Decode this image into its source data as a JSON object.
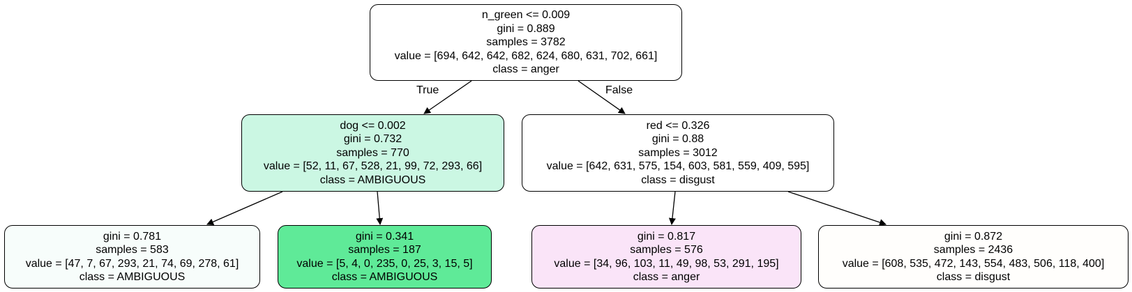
{
  "nodes": {
    "root": {
      "split": "n_green <= 0.009",
      "gini": "gini = 0.889",
      "samples": "samples = 3782",
      "value": "value = [694, 642, 642, 682, 624, 680, 631, 702, 661]",
      "class": "class = anger",
      "fill": "#ffffff"
    },
    "left": {
      "split": "dog <= 0.002",
      "gini": "gini = 0.732",
      "samples": "samples = 770",
      "value": "value = [52, 11, 67, 528, 21, 99, 72, 293, 66]",
      "class": "class = AMBIGUOUS",
      "fill": "#cbf7e3"
    },
    "right": {
      "split": "red <= 0.326",
      "gini": "gini = 0.88",
      "samples": "samples = 3012",
      "value": "value = [642, 631, 575, 154, 603, 581, 559, 409, 595]",
      "class": "class = disgust",
      "fill": "#ffffff"
    },
    "leaf_ll": {
      "gini": "gini = 0.781",
      "samples": "samples = 583",
      "value": "value = [47, 7, 67, 293, 21, 74, 69, 278, 61]",
      "class": "class = AMBIGUOUS",
      "fill": "#f7fdfb"
    },
    "leaf_lr": {
      "gini": "gini = 0.341",
      "samples": "samples = 187",
      "value": "value = [5, 4, 0, 235, 0, 25, 3, 15, 5]",
      "class": "class = AMBIGUOUS",
      "fill": "#5fea98"
    },
    "leaf_rl": {
      "gini": "gini = 0.817",
      "samples": "samples = 576",
      "value": "value = [34, 96, 103, 11, 49, 98, 53, 291, 195]",
      "class": "class = anger",
      "fill": "#fae4f8"
    },
    "leaf_rr": {
      "gini": "gini = 0.872",
      "samples": "samples = 2436",
      "value": "value = [608, 535, 472, 143, 554, 483, 506, 118, 400]",
      "class": "class = disgust",
      "fill": "#fffefc"
    }
  },
  "edges": {
    "true_label": "True",
    "false_label": "False"
  }
}
